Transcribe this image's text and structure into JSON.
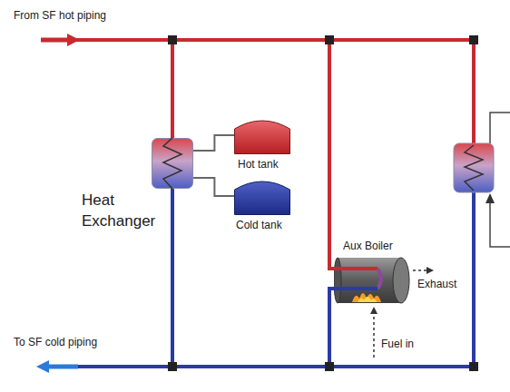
{
  "diagram": {
    "nodes": [
      {
        "text": [
          "Heat Exchanger"
        ]
      },
      {
        "text": [
          "Hot tank"
        ]
      },
      {
        "text": [
          "Cold tank"
        ]
      },
      {
        "text": [
          "Aux Boiler"
        ]
      }
    ],
    "edges": [
      {
        "from": 0,
        "to": 1,
        "arrow": "none"
      },
      {
        "from": 0,
        "to": 2,
        "arrow": "none"
      }
    ],
    "labels": [
      "From SF hot piping",
      "To SF cold piping",
      "Exhaust",
      "Fuel in"
    ]
  }
}
